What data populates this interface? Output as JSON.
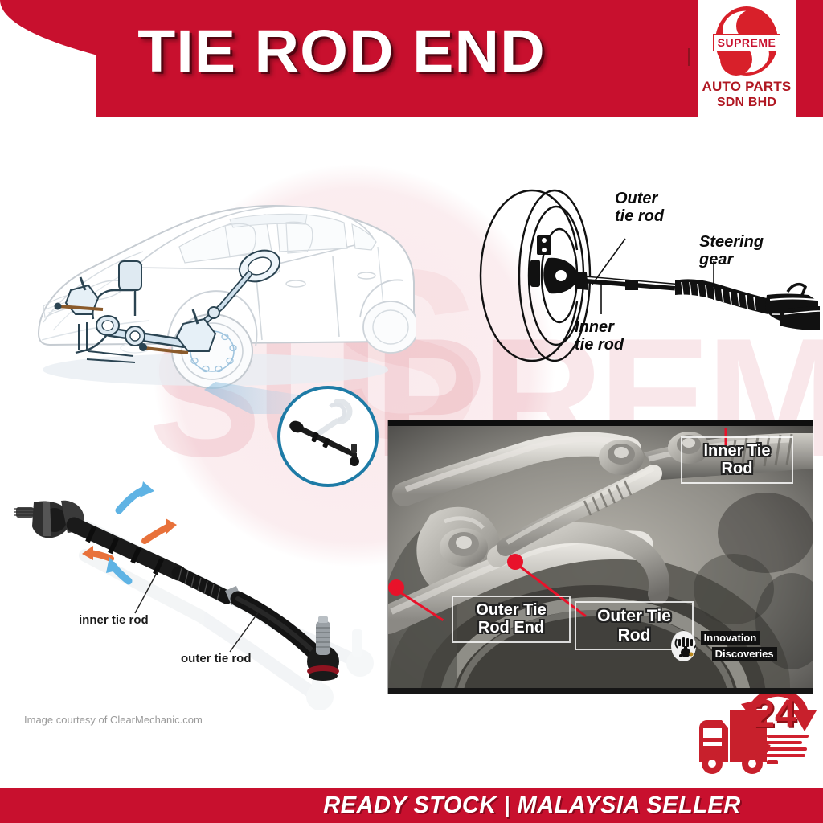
{
  "header": {
    "title": "TIE ROD END",
    "brand": {
      "mark_text": "SUPREME",
      "line1": "AUTO PARTS",
      "line2": "SDN BHD"
    }
  },
  "background": {
    "watermark_text": "SUPREME"
  },
  "panels": {
    "car_diagram": {
      "name": "car-steering-system-illustration",
      "callout_label": "tie-rod-assembly-closeup"
    },
    "steering_diagram": {
      "labels": {
        "outer": "Outer\ntie rod",
        "outer_l1": "Outer",
        "outer_l2": "tie rod",
        "steering_l1": "Steering",
        "steering_l2": "gear",
        "inner_l1": "Inner",
        "inner_l2": "tie rod"
      }
    },
    "rod_diagram": {
      "labels": {
        "inner": "inner tie rod",
        "outer": "outer tie rod"
      },
      "credit": "Image courtesy of ClearMechanic.com"
    },
    "photo": {
      "tags": [
        {
          "id": "inner-tie-rod",
          "l1": "Inner Tie",
          "l2": "Rod"
        },
        {
          "id": "outer-tie-rod-end",
          "l1": "Outer Tie",
          "l2": "Rod End"
        },
        {
          "id": "outer-tie-rod",
          "l1": "Outer Tie",
          "l2": "Rod"
        }
      ],
      "watermark": {
        "line1": "Innovation",
        "line2": "Discoveries"
      }
    }
  },
  "badge": {
    "hours": "24"
  },
  "footer": {
    "text": "READY STOCK | MALAYSIA SELLER"
  },
  "colors": {
    "brand_red": "#C8102E",
    "logo_red": "#D8202A",
    "marker_red": "#E8122A",
    "callout_blue": "#1E7BA6",
    "diagram_blue": "#9FC4DE"
  }
}
